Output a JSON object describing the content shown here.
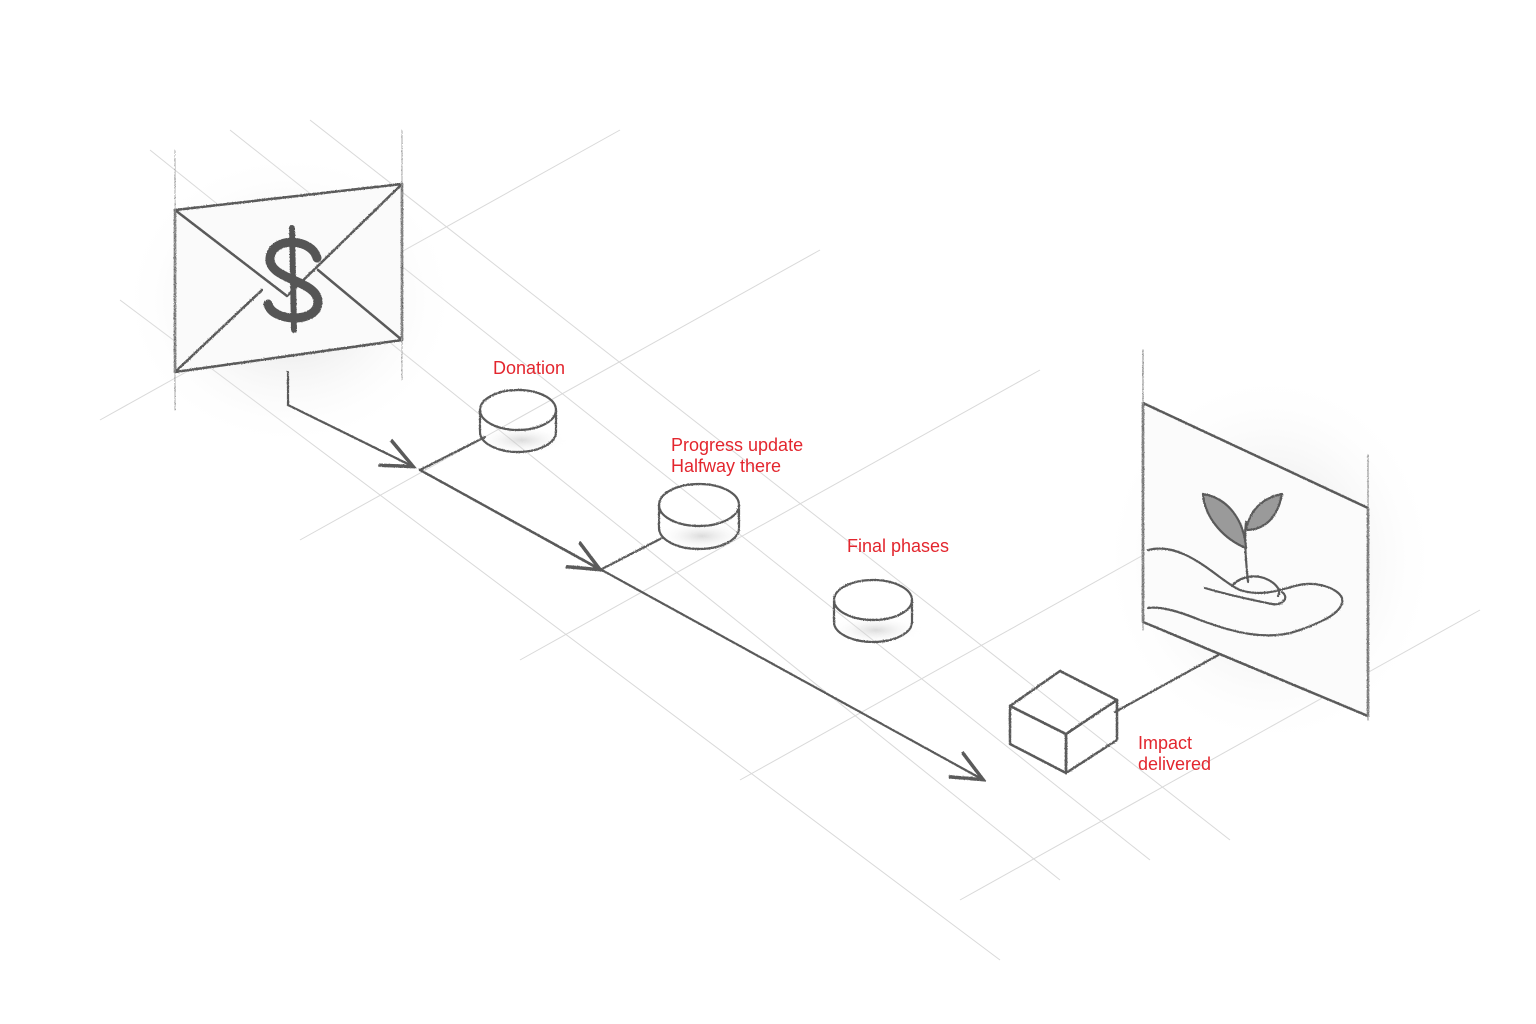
{
  "milestones": {
    "donation": {
      "label": "Donation"
    },
    "progress": {
      "line1": "Progress update",
      "line2": "Halfway there"
    },
    "final": {
      "label": "Final phases"
    },
    "impact": {
      "line1": "Impact",
      "line2": "delivered"
    }
  },
  "icons": {
    "start": "envelope-dollar-icon",
    "end": "hand-plant-icon",
    "delivery": "box-icon"
  },
  "colors": {
    "label": "#e3262e",
    "sketch": "#5a5a5a",
    "progress_disc": "#d7e6e8",
    "box": "#f3dcae"
  }
}
